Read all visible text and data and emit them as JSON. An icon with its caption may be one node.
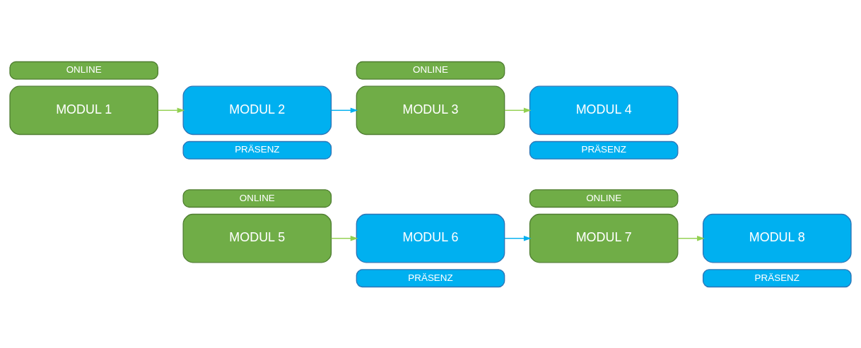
{
  "diagram": {
    "nodes": [
      {
        "text": [
          "ONLINE"
        ]
      },
      {
        "text": [
          "ONLINE"
        ]
      },
      {
        "text": [
          "MODUL 1"
        ]
      },
      {
        "text": [
          "MODUL 2"
        ]
      },
      {
        "text": [
          "MODUL 3"
        ]
      },
      {
        "text": [
          "MODUL 4"
        ]
      },
      {
        "text": [
          "PRÄSENZ"
        ]
      },
      {
        "text": [
          "PRÄSENZ"
        ]
      },
      {
        "text": [
          "ONLINE"
        ]
      },
      {
        "text": [
          "ONLINE"
        ]
      },
      {
        "text": [
          "MODUL 5"
        ]
      },
      {
        "text": [
          "MODUL 6"
        ]
      },
      {
        "text": [
          "MODUL 7"
        ]
      },
      {
        "text": [
          "MODUL 8"
        ]
      },
      {
        "text": [
          "PRÄSENZ"
        ]
      },
      {
        "text": [
          "PRÄSENZ"
        ]
      }
    ],
    "edges": [
      {
        "from": 2,
        "to": 3,
        "arrow": "to",
        "color": "#92d050"
      },
      {
        "from": 3,
        "to": 4,
        "arrow": "to",
        "color": "#00b0f0"
      },
      {
        "from": 4,
        "to": 5,
        "arrow": "to",
        "color": "#92d050"
      },
      {
        "from": 10,
        "to": 11,
        "arrow": "to",
        "color": "#92d050"
      },
      {
        "from": 11,
        "to": 12,
        "arrow": "to",
        "color": "#00b0f0"
      },
      {
        "from": 12,
        "to": 13,
        "arrow": "to",
        "color": "#92d050"
      }
    ]
  }
}
